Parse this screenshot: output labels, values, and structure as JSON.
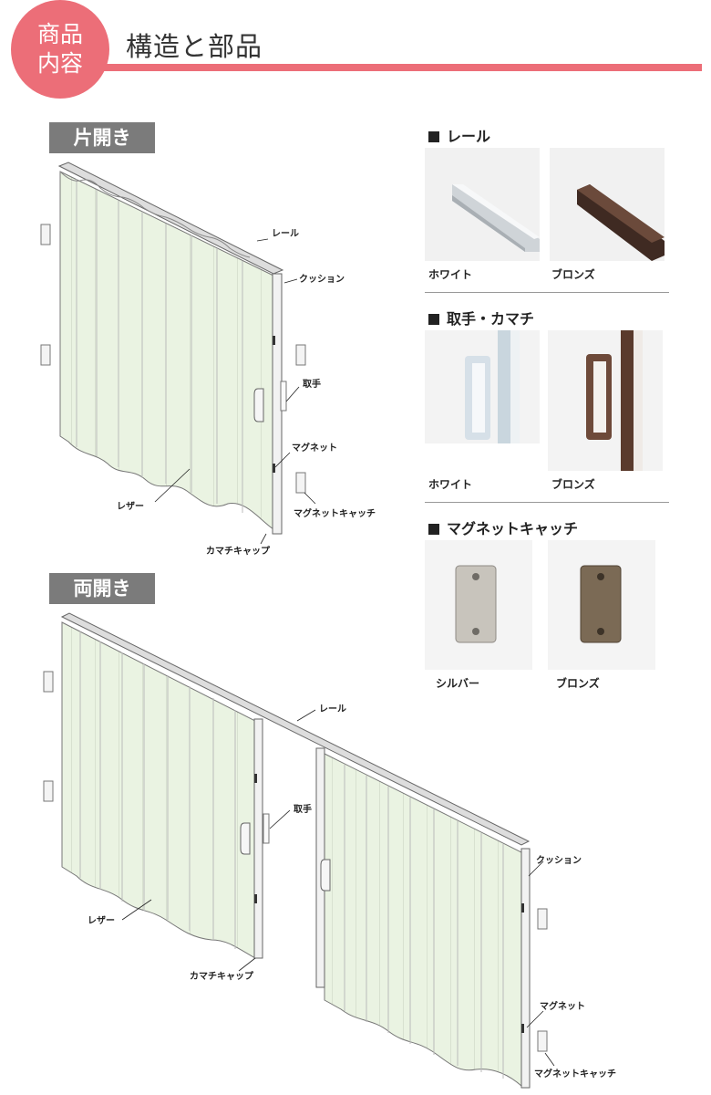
{
  "header": {
    "badge_line1": "商品",
    "badge_line2": "内容",
    "title": "構造と部品"
  },
  "single": {
    "tag": "片開き",
    "labels": {
      "rail": "レール",
      "cushion": "クッション",
      "handle": "取手",
      "magnet": "マグネット",
      "leather": "レザー",
      "magnet_catch": "マグネットキャッチ",
      "kamachi_cap": "カマチキャップ"
    }
  },
  "double": {
    "tag": "両開き",
    "labels": {
      "rail": "レール",
      "handle": "取手",
      "cushion": "クッション",
      "leather": "レザー",
      "kamachi_cap": "カマチキャップ",
      "magnet": "マグネット",
      "magnet_catch": "マグネットキャッチ"
    }
  },
  "parts": {
    "rail": {
      "heading": "レール",
      "items": [
        {
          "caption": "ホワイト"
        },
        {
          "caption": "ブロンズ"
        }
      ]
    },
    "handle": {
      "heading": "取手・カマチ",
      "items": [
        {
          "caption": "ホワイト"
        },
        {
          "caption": "ブロンズ"
        }
      ]
    },
    "magnet_catch": {
      "heading": "マグネットキャッチ",
      "items": [
        {
          "caption": "シルバー"
        },
        {
          "caption": "ブロンズ"
        }
      ]
    }
  },
  "colors": {
    "accent": "#ec6e78",
    "tag_gray": "#7b7b7b",
    "curtain": "#eaf3e2",
    "bronze": "#5a3a2c",
    "white_part": "#e9edf0"
  }
}
